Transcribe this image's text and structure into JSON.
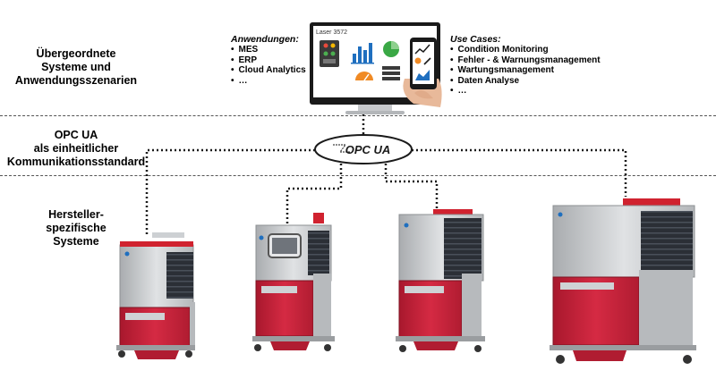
{
  "layers": [
    {
      "id": "top",
      "lines": [
        "Übergeordnete",
        "Systeme und",
        "Anwendungsszenarien"
      ]
    },
    {
      "id": "middle",
      "lines": [
        "OPC UA",
        "als einheitlicher",
        "Kommunikationsstandard"
      ]
    },
    {
      "id": "bottom",
      "lines": [
        "Hersteller-",
        "spezifische",
        "Systeme"
      ]
    }
  ],
  "applications": {
    "title": "Anwendungen:",
    "items": [
      "MES",
      "ERP",
      "Cloud Analytics",
      "…"
    ]
  },
  "use_cases": {
    "title": "Use Cases:",
    "items": [
      "Condition Monitoring",
      "Fehler - & Warnungsmanagement",
      "Wartungsmanagement",
      "Daten Analyse",
      "…"
    ]
  },
  "monitor": {
    "title": "Laser 3572"
  },
  "hub": {
    "label": "OPC UA"
  },
  "colors": {
    "machine_red": "#c8213a",
    "steel": "#c9cbcd",
    "dark_panel": "#2b2f36",
    "accent_blue": "#1f6fbf"
  }
}
